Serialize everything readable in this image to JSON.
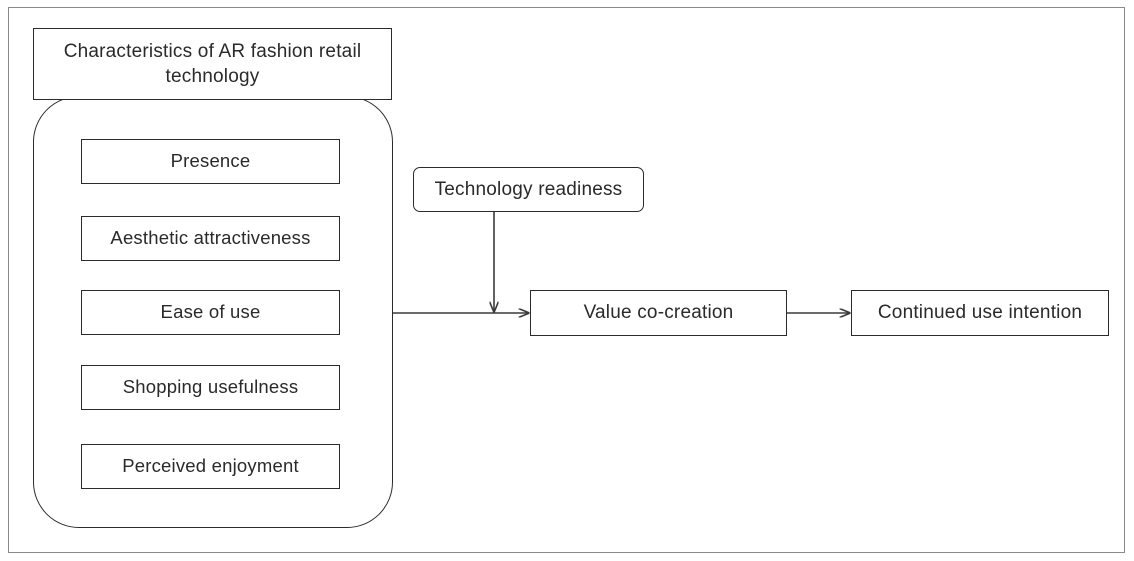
{
  "figure": {
    "type": "conceptual-research-model-diagram",
    "background_color": "#ffffff",
    "frame_color": "#8a8a8a",
    "box_border_color": "#2b2b2b",
    "text_color": "#2a2a2a",
    "connector_color": "#3a3a3a"
  },
  "group": {
    "title": "Characteristics of AR fashion retail\ntechnology",
    "title_line_1": "Characteristics of AR fashion retail",
    "title_line_2": "technology",
    "items": [
      {
        "label": "Presence"
      },
      {
        "label": "Aesthetic attractiveness"
      },
      {
        "label": "Ease of use"
      },
      {
        "label": "Shopping usefulness"
      },
      {
        "label": "Perceived enjoyment"
      }
    ]
  },
  "nodes": {
    "technology_readiness": "Technology readiness",
    "value_co_creation": "Value co-creation",
    "continued_use_intention": "Continued use intention"
  },
  "edges": [
    {
      "from": "Characteristics of AR fashion retail technology",
      "to": "Value co-creation",
      "style": "solid-arrow",
      "direction": "horizontal-right"
    },
    {
      "from": "Technology readiness",
      "to": "Value co-creation",
      "style": "solid-arrow",
      "direction": "vertical-down-moderator"
    },
    {
      "from": "Value co-creation",
      "to": "Continued use intention",
      "style": "solid-arrow",
      "direction": "horizontal-right"
    }
  ]
}
